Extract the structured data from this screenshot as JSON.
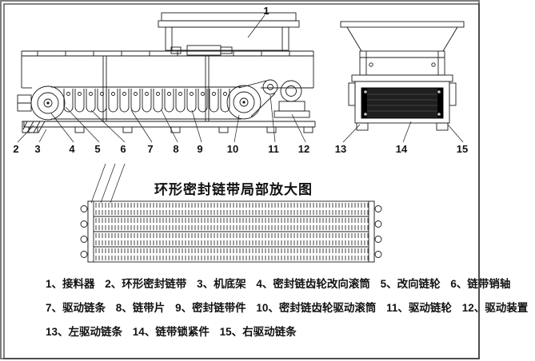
{
  "sheet": {
    "detail_title": "环形密封链带局部放大图"
  },
  "callouts": [
    "1",
    "2",
    "3",
    "4",
    "5",
    "6",
    "7",
    "8",
    "9",
    "10",
    "11",
    "12",
    "13",
    "14",
    "15"
  ],
  "legend": {
    "rows": [
      [
        "1、接料器",
        "2、环形密封链带",
        "3、机底架",
        "4、密封链齿轮改向滚筒",
        "5、改向链轮",
        "6、链带销轴"
      ],
      [
        "7、驱动链条",
        "8、链带片",
        "9、密封链带件",
        "10、密封链齿轮驱动滚筒",
        "11、驱动链轮",
        "12、驱动装置"
      ],
      [
        "13、左驱动链条",
        "14、链带锁紧件",
        "15、右驱动链条"
      ]
    ]
  },
  "colors": {
    "line": "#1a1a1a",
    "drum_fill": "#1f1f1f",
    "border": "#7d7d7d"
  }
}
